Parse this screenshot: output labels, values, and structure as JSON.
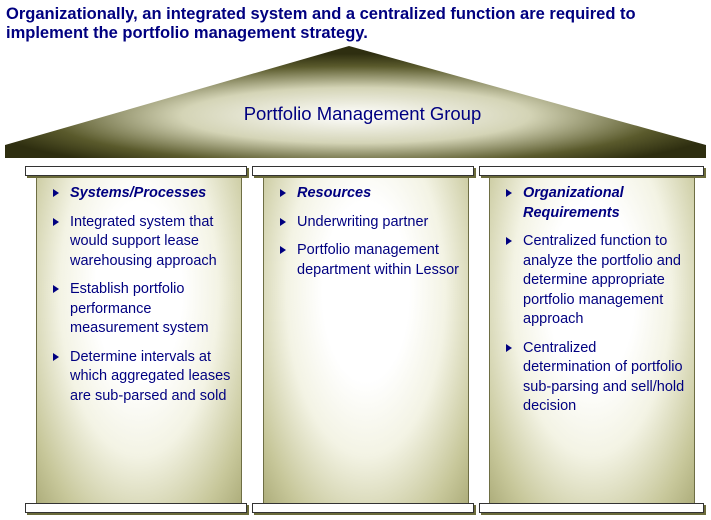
{
  "headline": "Organizationally, an integrated system and a centralized function are required to implement the portfolio management strategy.",
  "roof": {
    "title": "Portfolio Management Group"
  },
  "pillars": [
    {
      "heading": "Systems/Processes",
      "items": [
        "Integrated system that would support lease warehousing approach",
        "Establish portfolio performance measurement system",
        "Determine intervals at which aggregated leases are sub-parsed and sold"
      ]
    },
    {
      "heading": "Resources",
      "items": [
        "Underwriting partner",
        "Portfolio management department within Lessor"
      ]
    },
    {
      "heading": "Organizational Requirements",
      "items": [
        "Centralized function to analyze the portfolio and determine appropriate portfolio management approach",
        "Centralized determination of portfolio sub-parsing and sell/hold decision"
      ]
    }
  ],
  "colors": {
    "text": "#000080",
    "roof_dark": "#2e2e10",
    "roof_light": "#ffffff",
    "pillar_edge": "#aeae7c"
  }
}
